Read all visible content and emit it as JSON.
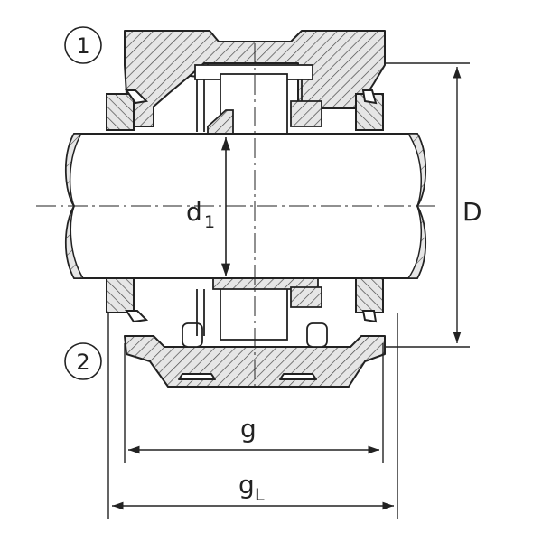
{
  "markers": {
    "one": "1",
    "two": "2"
  },
  "dimensions": {
    "d_main": "d",
    "d_sub": "1",
    "D": "D",
    "g": "g",
    "gL_main": "g",
    "gL_sub": "L"
  },
  "colors": {
    "line": "#222222",
    "section_fill": "#e6e6e6",
    "hatch": "#4a4a4a"
  }
}
